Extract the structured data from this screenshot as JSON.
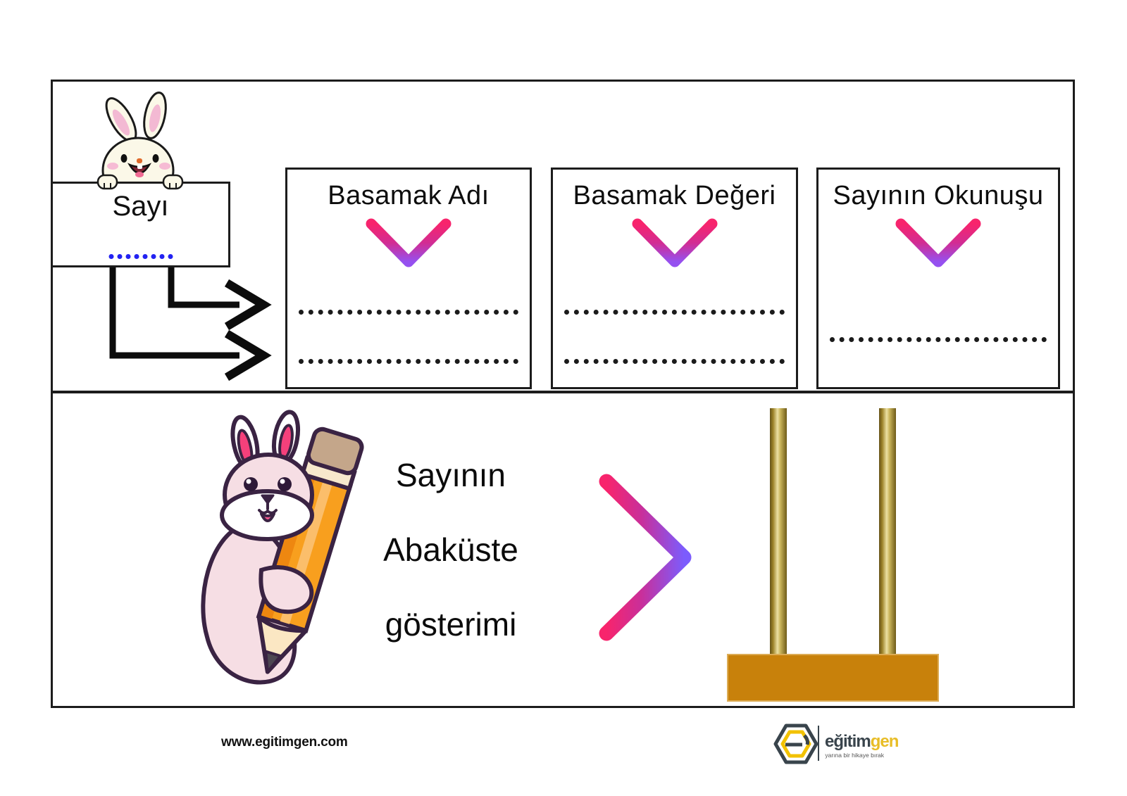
{
  "page": {
    "background": "#ffffff"
  },
  "top_section": {
    "number_card": {
      "label": "Sayı",
      "dots_count": 8,
      "dots_color": "#2222F2"
    },
    "columns": [
      {
        "title": "Basamak Adı",
        "write_lines": 2
      },
      {
        "title": "Basamak Değeri",
        "write_lines": 2
      },
      {
        "title": "Sayının Okunuşu",
        "write_lines": 1
      }
    ],
    "arrow_count": 2
  },
  "bottom_section": {
    "caption_lines": [
      "Sayının",
      "Abaküste",
      "gösterimi"
    ],
    "abacus": {
      "rods": 2,
      "beads": 0,
      "rod_color_dark": "#6E5A18",
      "rod_color_light": "#ECE0A2",
      "base_color": "#C8810B"
    }
  },
  "icons": {
    "chevron_gradient_pink": "#F8246C",
    "chevron_gradient_purple": "#8B5CF6",
    "arrow_color": "#0c0c0c"
  },
  "footer": {
    "website": "www.egitimgen.com",
    "logo": {
      "brand_dark": "eğitim",
      "brand_accent": "gen",
      "tagline": "yarına bir hikaye bırak",
      "accent_color": "#E8BD27",
      "dark_color": "#39444C"
    }
  }
}
